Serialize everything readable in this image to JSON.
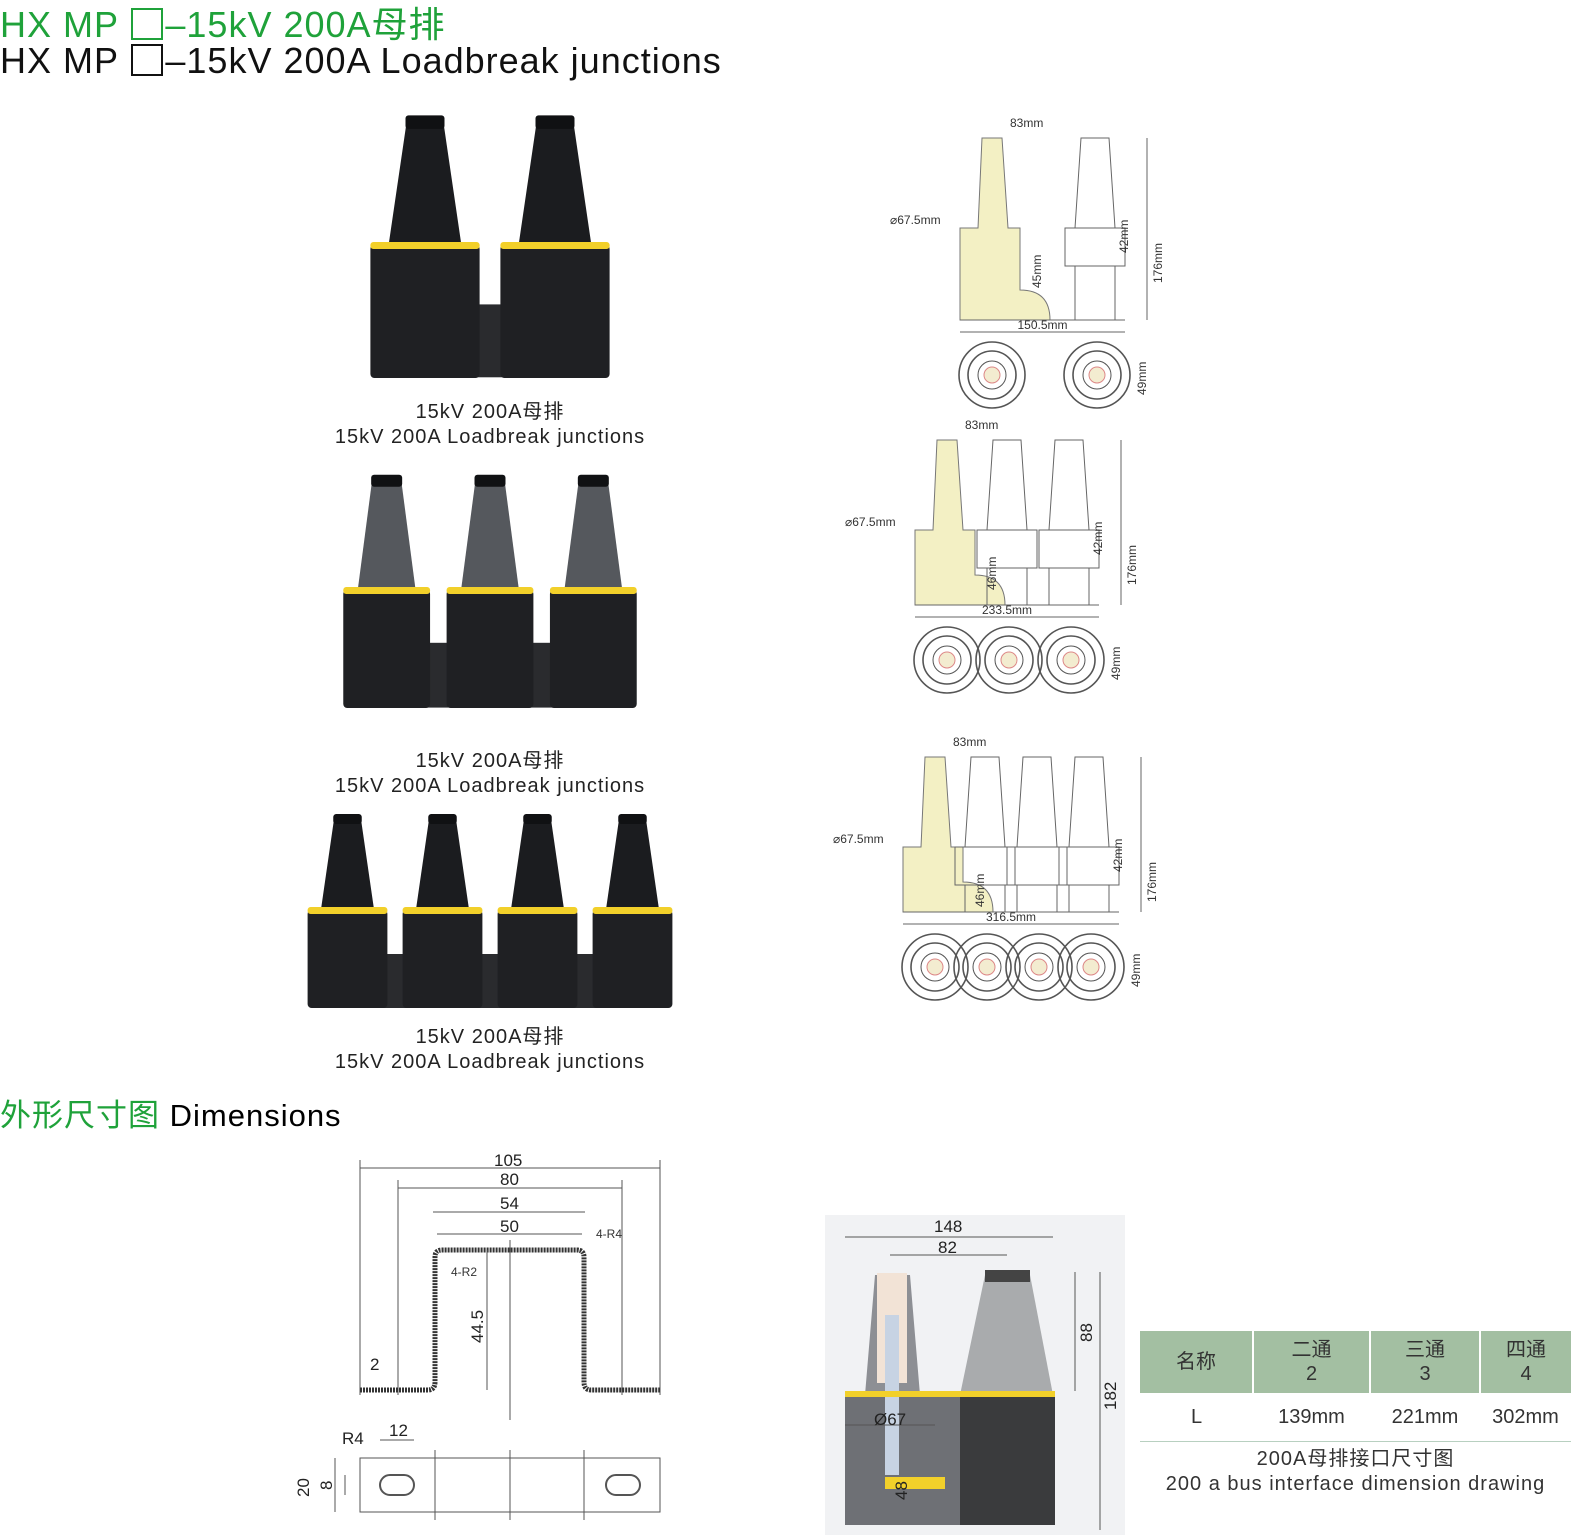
{
  "header": {
    "title_cn_prefix": "HX MP ",
    "title_cn_suffix": "–15kV 200A母排",
    "title_en_prefix": "HX MP ",
    "title_en_suffix": "–15kV 200A Loadbreak junctions"
  },
  "products": [
    {
      "count": 2,
      "caption_cn": "15kV 200A母排",
      "caption_en": "15kV 200A Loadbreak junctions"
    },
    {
      "count": 3,
      "caption_cn": "15kV 200A母排",
      "caption_en": "15kV 200A Loadbreak junctions"
    },
    {
      "count": 4,
      "caption_cn": "15kV 200A母排",
      "caption_en": "15kV 200A Loadbreak junctions"
    }
  ],
  "drawings": [
    {
      "count": 2,
      "pitch": "83mm",
      "diameter": "⌀67.5mm",
      "h1": "45mm",
      "h2": "42mm",
      "height": "176mm",
      "length": "150.5mm",
      "top": "49mm"
    },
    {
      "count": 3,
      "pitch": "83mm",
      "diameter": "⌀67.5mm",
      "h1": "46mm",
      "h2": "42mm",
      "height": "176mm",
      "length": "233.5mm",
      "top": "49mm"
    },
    {
      "count": 4,
      "pitch": "83mm",
      "diameter": "⌀67.5mm",
      "h1": "46mm",
      "h2": "42mm",
      "height": "176mm",
      "length": "316.5mm",
      "top": "49mm"
    }
  ],
  "section": {
    "title_cn": "外形尺寸图",
    "title_en": " Dimensions"
  },
  "bracket": {
    "d105": "105",
    "d80": "80",
    "d54": "54",
    "d50": "50",
    "r4": "4-R4",
    "r2": "4-R2",
    "h445": "44.5",
    "t2": "2",
    "R4": "R4",
    "d12": "12",
    "d20": "20",
    "d8": "8"
  },
  "section_view": {
    "d148": "148",
    "d82": "82",
    "d88": "88",
    "d182": "182",
    "dia": "Ø67",
    "d48": "48"
  },
  "table": {
    "headers": [
      {
        "cn": "名称"
      },
      {
        "cn": "二通",
        "num": "2"
      },
      {
        "cn": "三通",
        "num": "3"
      },
      {
        "cn": "四通",
        "num": "4"
      }
    ],
    "row": [
      "L",
      "139mm",
      "221mm",
      "302mm"
    ]
  },
  "table_caption": {
    "cn": "200A母排接口尺寸图",
    "en": "200 a bus interface dimension drawing"
  },
  "colors": {
    "green": "#1fa23a",
    "table_header": "#a3bfa2",
    "yellow": "#f2d02a"
  }
}
